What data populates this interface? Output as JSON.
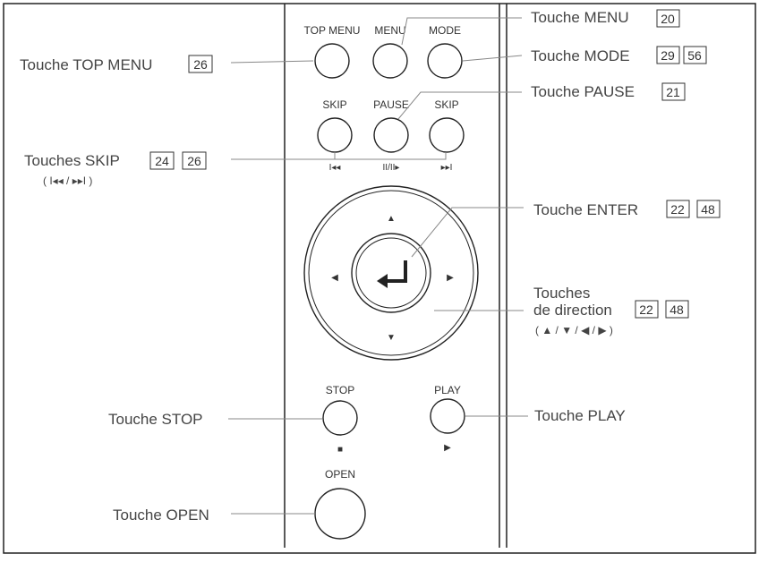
{
  "colors": {
    "line": "#222222",
    "leader": "#888888",
    "text": "#444444"
  },
  "buttons": {
    "top_menu": "TOP MENU",
    "menu": "MENU",
    "mode": "MODE",
    "skip_prev": "SKIP",
    "pause": "PAUSE",
    "skip_next": "SKIP",
    "skip_prev_symbol": "I◂◂",
    "pause_symbol": "II/II▸",
    "skip_next_symbol": "▸▸I",
    "stop": "STOP",
    "stop_symbol": "■",
    "play": "PLAY",
    "play_symbol": "▶",
    "open": "OPEN",
    "up_arrow": "▲",
    "down_arrow": "▼",
    "left_arrow": "◀",
    "right_arrow": "▶"
  },
  "callouts": {
    "menu": {
      "text": "Touche MENU",
      "refs": [
        "20"
      ]
    },
    "mode": {
      "text": "Touche MODE",
      "refs": [
        "29",
        "56"
      ]
    },
    "pause": {
      "text": "Touche PAUSE",
      "refs": [
        "21"
      ]
    },
    "top_menu": {
      "text": "Touche TOP MENU",
      "refs": [
        "26"
      ]
    },
    "skip": {
      "text": "Touches SKIP",
      "refs": [
        "24",
        "26"
      ],
      "sub": "( I◂◂ / ▸▸I )"
    },
    "enter": {
      "text": "Touche ENTER",
      "refs": [
        "22",
        "48"
      ]
    },
    "direction": {
      "line1": "Touches",
      "line2": "de direction",
      "refs": [
        "22",
        "48"
      ],
      "sub": "( ▲ / ▼ / ◀ / ▶ )"
    },
    "stop": {
      "text": "Touche STOP"
    },
    "play": {
      "text": "Touche PLAY"
    },
    "open": {
      "text": "Touche OPEN"
    }
  }
}
